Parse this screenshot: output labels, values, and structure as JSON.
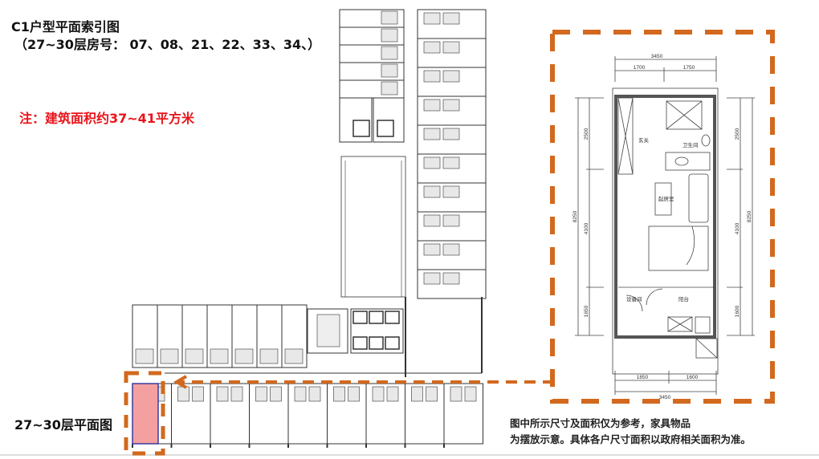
{
  "title": {
    "line1": "C1户型平面索引图",
    "line2": "（27~30层房号： 07、08、21、22、33、34、）"
  },
  "note": "注：建筑面积约37~41平方米",
  "floor_plan_label": "27~30层平面图",
  "disclaimer": {
    "line1": "图中所示尺寸及面积仅为参考，家具物品",
    "line2": "为摆放示意。具体各户尺寸面积以政府相关面积为准。"
  },
  "unit_plan": {
    "dims_top_total": "3450",
    "dims_top_left": "1700",
    "dims_top_right": "1750",
    "dims_left_1": "2500",
    "dims_left_2": "4100",
    "dims_left_3": "1650",
    "dims_left_total": "8250",
    "dims_right_1": "2500",
    "dims_right_2": "4100",
    "dims_right_3": "1600",
    "dims_right_total": "8250",
    "dims_bottom_left": "1850",
    "dims_bottom_right": "1600",
    "dims_bottom_total": "3450",
    "room_entry": "玄关",
    "room_bath": "卫生间",
    "room_living": "起居室",
    "room_equipment": "设备间",
    "room_balcony": "阳台"
  },
  "colors": {
    "accent_orange": "#d2691e",
    "highlight": "#f4a0a0",
    "note_red": "#e8141b"
  }
}
